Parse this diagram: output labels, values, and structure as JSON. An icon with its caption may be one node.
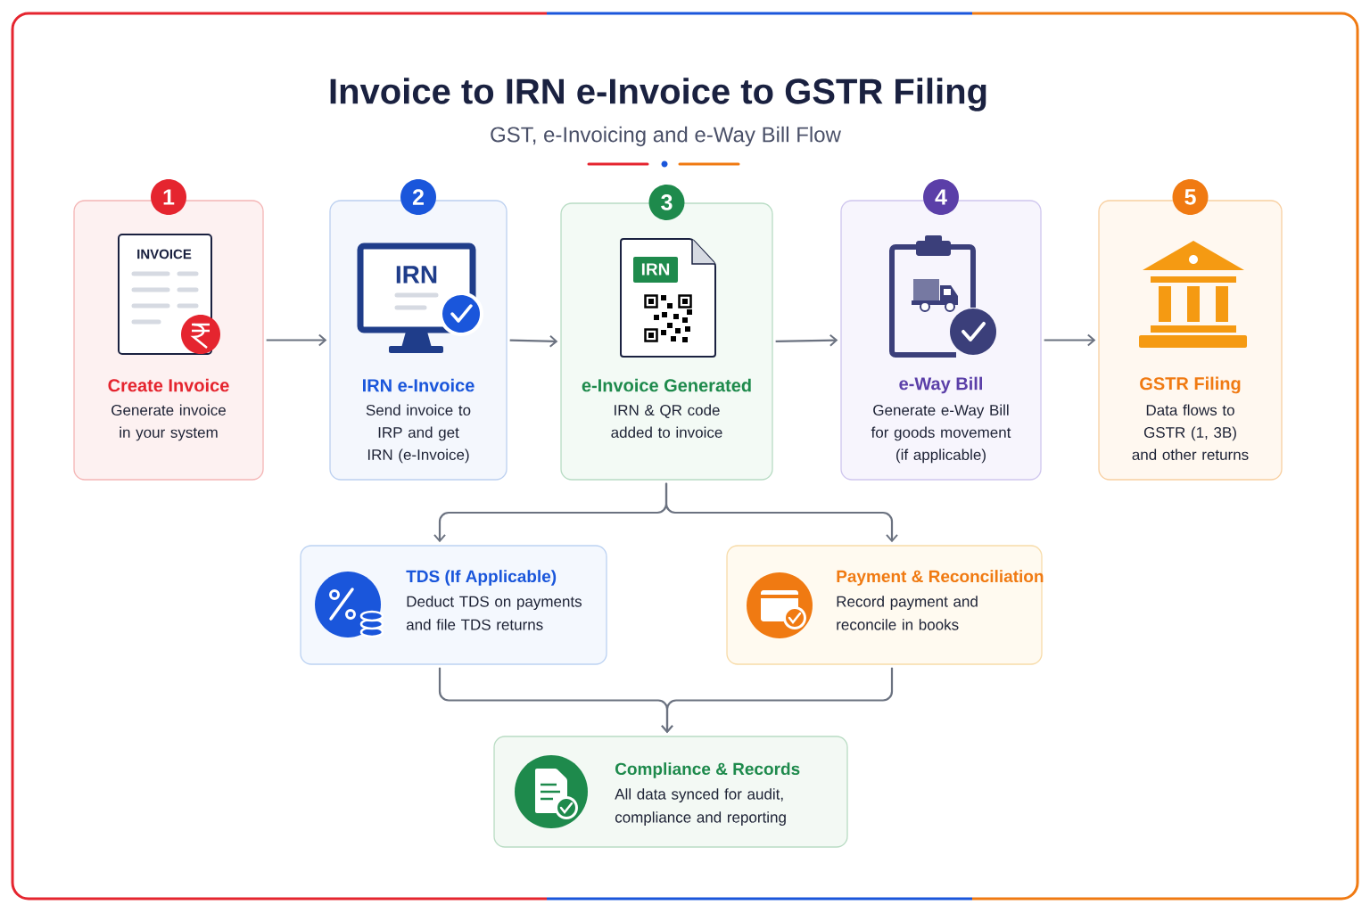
{
  "diagram": {
    "title": "Invoice to IRN e-Invoice to GSTR Filing",
    "nodes": [
      {
        "text": [
          "1",
          "INVOICE",
          "Create Invoice",
          "Generate invoice in your system"
        ]
      },
      {
        "text": [
          "2",
          "IRN",
          "IRN e-Invoice",
          "Send invoice to IRP and get IRN (e-Invoice)"
        ]
      },
      {
        "text": [
          "3",
          "IRN",
          "e-Invoice Generated",
          "IRN & QR code added to invoice"
        ]
      },
      {
        "text": [
          "4",
          "e-Way Bill",
          "Generate e-Way Bill for goods movement (if applicable)"
        ]
      },
      {
        "text": [
          "5",
          "GSTR Filing",
          "Data flows to GSTR (1, 3B) and other returns"
        ]
      },
      {
        "text": [
          "TDS (If Applicable)",
          "Deduct TDS on payments and file TDS returns"
        ]
      },
      {
        "text": [
          "Payment & Reconciliation",
          "Record payment and reconcile in books"
        ]
      },
      {
        "text": [
          "Compliance & Records",
          "All data synced for audit, compliance and reporting"
        ]
      }
    ],
    "edges": [
      {
        "from": 0,
        "to": 1,
        "arrow": "to"
      },
      {
        "from": 1,
        "to": 2,
        "arrow": "to"
      },
      {
        "from": 2,
        "to": 3,
        "arrow": "to"
      },
      {
        "from": 3,
        "to": 4,
        "arrow": "to"
      },
      {
        "from": 2,
        "to": 5,
        "arrow": "to"
      },
      {
        "from": 2,
        "to": 6,
        "arrow": "to"
      },
      {
        "from": 5,
        "to": 7,
        "arrow": "to"
      },
      {
        "from": 6,
        "to": 7,
        "arrow": "to"
      }
    ],
    "labels": [
      "GST, e-Invoicing and e-Way Bill Flow"
    ]
  }
}
